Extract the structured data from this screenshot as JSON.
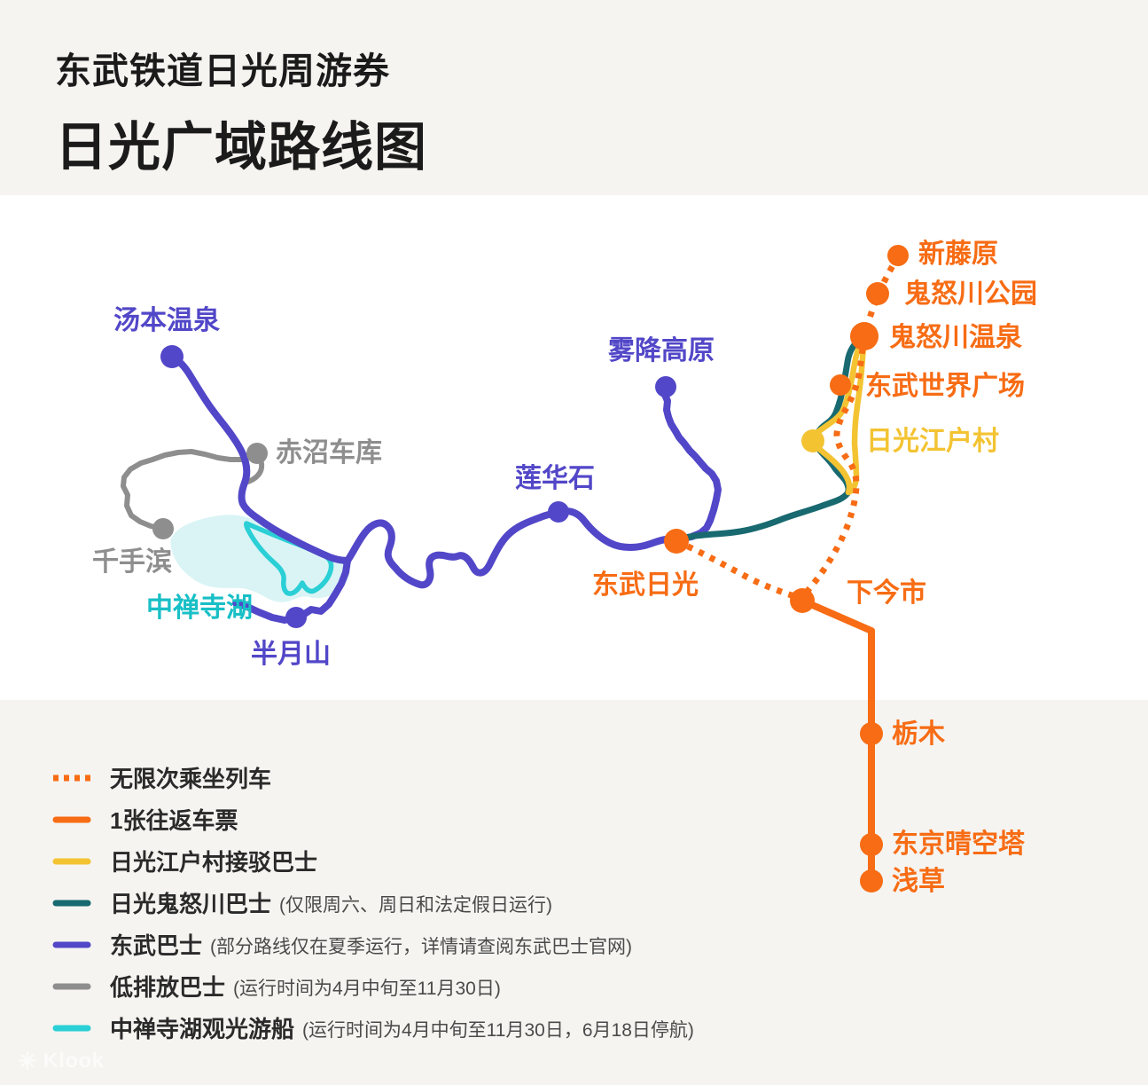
{
  "title": {
    "line1": "东武铁道日光周游券",
    "line2": "日光广域路线图"
  },
  "colors": {
    "orange": "#F76C14",
    "yellow": "#F3C332",
    "teal": "#186970",
    "purple": "#5247C8",
    "gray": "#8E8E8E",
    "cyan": "#2BCFD6",
    "cyan_label": "#18BFC6",
    "lake_fill": "#DAF4F5",
    "title_text": "#1B1B1B",
    "band_bg": "#F5F4F1",
    "legend_label": "#2A2A2A",
    "legend_note": "#4A4A4A"
  },
  "stations": [
    {
      "name": "新藤原",
      "color": "#F76C14"
    },
    {
      "name": "鬼怒川公园",
      "color": "#F76C14"
    },
    {
      "name": "鬼怒川温泉",
      "color": "#F76C14"
    },
    {
      "name": "东武世界广场",
      "color": "#F76C14"
    },
    {
      "name": "日光江户村",
      "color": "#F3C332"
    },
    {
      "name": "东武日光",
      "color": "#F76C14"
    },
    {
      "name": "下今市",
      "color": "#F76C14"
    },
    {
      "name": "栃木",
      "color": "#F76C14"
    },
    {
      "name": "东京晴空塔",
      "color": "#F76C14"
    },
    {
      "name": "浅草",
      "color": "#F76C14"
    },
    {
      "name": "汤本温泉",
      "color": "#5247C8"
    },
    {
      "name": "雾降高原",
      "color": "#5247C8"
    },
    {
      "name": "莲华石",
      "color": "#5247C8"
    },
    {
      "name": "半月山",
      "color": "#5247C8"
    },
    {
      "name": "赤沼车库",
      "color": "#8E8E8E"
    },
    {
      "name": "千手滨",
      "color": "#8E8E8E"
    },
    {
      "name": "中禅寺湖",
      "color": "#18BFC6"
    }
  ],
  "legend": {
    "items": [
      {
        "label": "无限次乘坐列车",
        "note": "",
        "color": "#F76C14",
        "style": "dotted"
      },
      {
        "label": "1张往返车票",
        "note": "",
        "color": "#F76C14",
        "style": "solid"
      },
      {
        "label": "日光江户村接驳巴士",
        "note": "",
        "color": "#F3C332",
        "style": "solid"
      },
      {
        "label": "日光鬼怒川巴士",
        "note": "(仅限周六、周日和法定假日运行)",
        "color": "#186970",
        "style": "solid"
      },
      {
        "label": "东武巴士",
        "note": "(部分路线仅在夏季运行，详情请查阅东武巴士官网)",
        "color": "#5247C8",
        "style": "solid"
      },
      {
        "label": "低排放巴士",
        "note": "(运行时间为4月中旬至11月30日)",
        "color": "#8E8E8E",
        "style": "solid"
      },
      {
        "label": "中禅寺湖观光游船",
        "note": "(运行时间为4月中旬至11月30日，6月18日停航)",
        "color": "#2BCFD6",
        "style": "solid"
      }
    ]
  },
  "watermark": {
    "text": "Klook"
  }
}
